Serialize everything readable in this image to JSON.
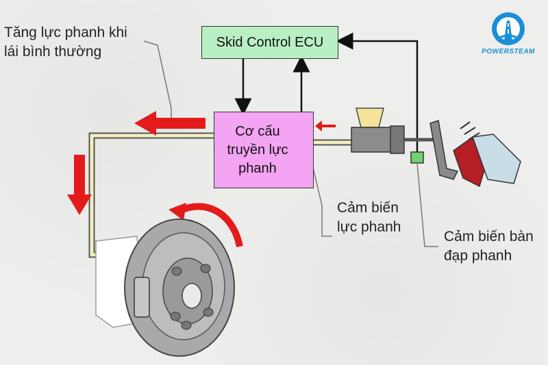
{
  "labels": {
    "assist_normal": "Tăng lực phanh khi\nlái bình thường",
    "ecu": "Skid Control ECU",
    "actuator": "Cơ cấu\ntruyền lực\nphanh",
    "pressure_sensor": "Cảm biến\nlực phanh",
    "pedal_sensor": "Cảm biến bàn\nđạp phanh"
  },
  "logo": {
    "text": "POWERSTEAM",
    "icon": "steering-wheel-road-icon"
  },
  "colors": {
    "ecu_fill": "#b9f0c3",
    "actuator_fill": "#f3a4f3",
    "sensor_fill": "#6ed36e",
    "arrow_red": "#e31b1b",
    "brake_line": "#f4eec0",
    "logo_blue": "#1a8fd8"
  }
}
